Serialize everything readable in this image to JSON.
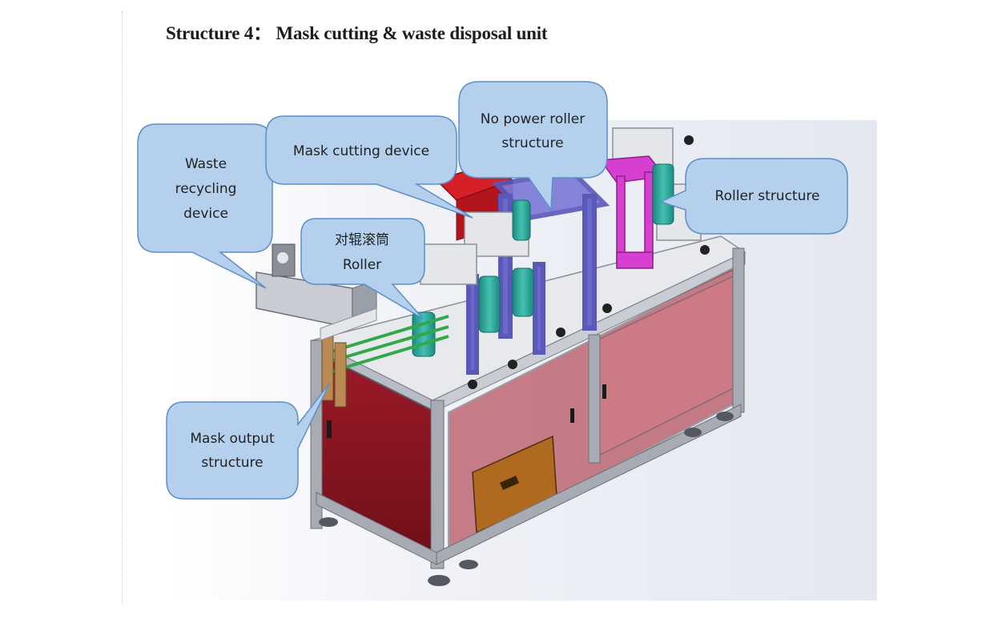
{
  "title": "Structure 4：  Mask cutting & waste disposal unit",
  "callouts": {
    "waste_recycling": [
      "Waste",
      "recycling",
      "device"
    ],
    "mask_cutting": [
      "Mask cutting device"
    ],
    "no_power_roller": [
      "No power roller",
      "structure"
    ],
    "roller_structure": [
      "Roller structure"
    ],
    "roller_cn": [
      "对辊滚筒",
      "Roller"
    ],
    "mask_output": [
      "Mask output",
      "structure"
    ]
  },
  "colors": {
    "bubble_fill": "#b4d0ec",
    "bubble_stroke": "#5b8fcb",
    "frame": "#9aa0a8",
    "panel_red": "#8e1622",
    "purple": "#6a68c8",
    "magenta": "#d63fd0",
    "teal": "#2aa89a",
    "green_belt": "#33a84a"
  }
}
